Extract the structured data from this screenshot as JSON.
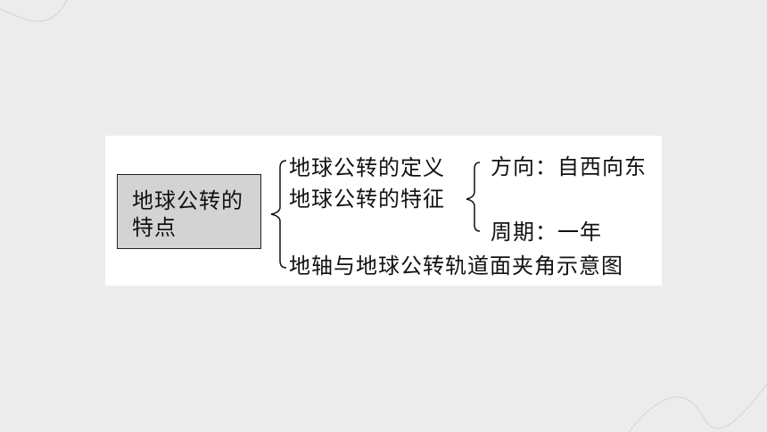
{
  "diagram": {
    "root": {
      "line1": "地球公转的",
      "line2": "特点"
    },
    "branches": [
      "地球公转的定义",
      "地球公转的特征",
      "地轴与地球公转轨道面夹角示意图"
    ],
    "sub_branches": [
      "方向：自西向东",
      "周期：一年"
    ]
  }
}
